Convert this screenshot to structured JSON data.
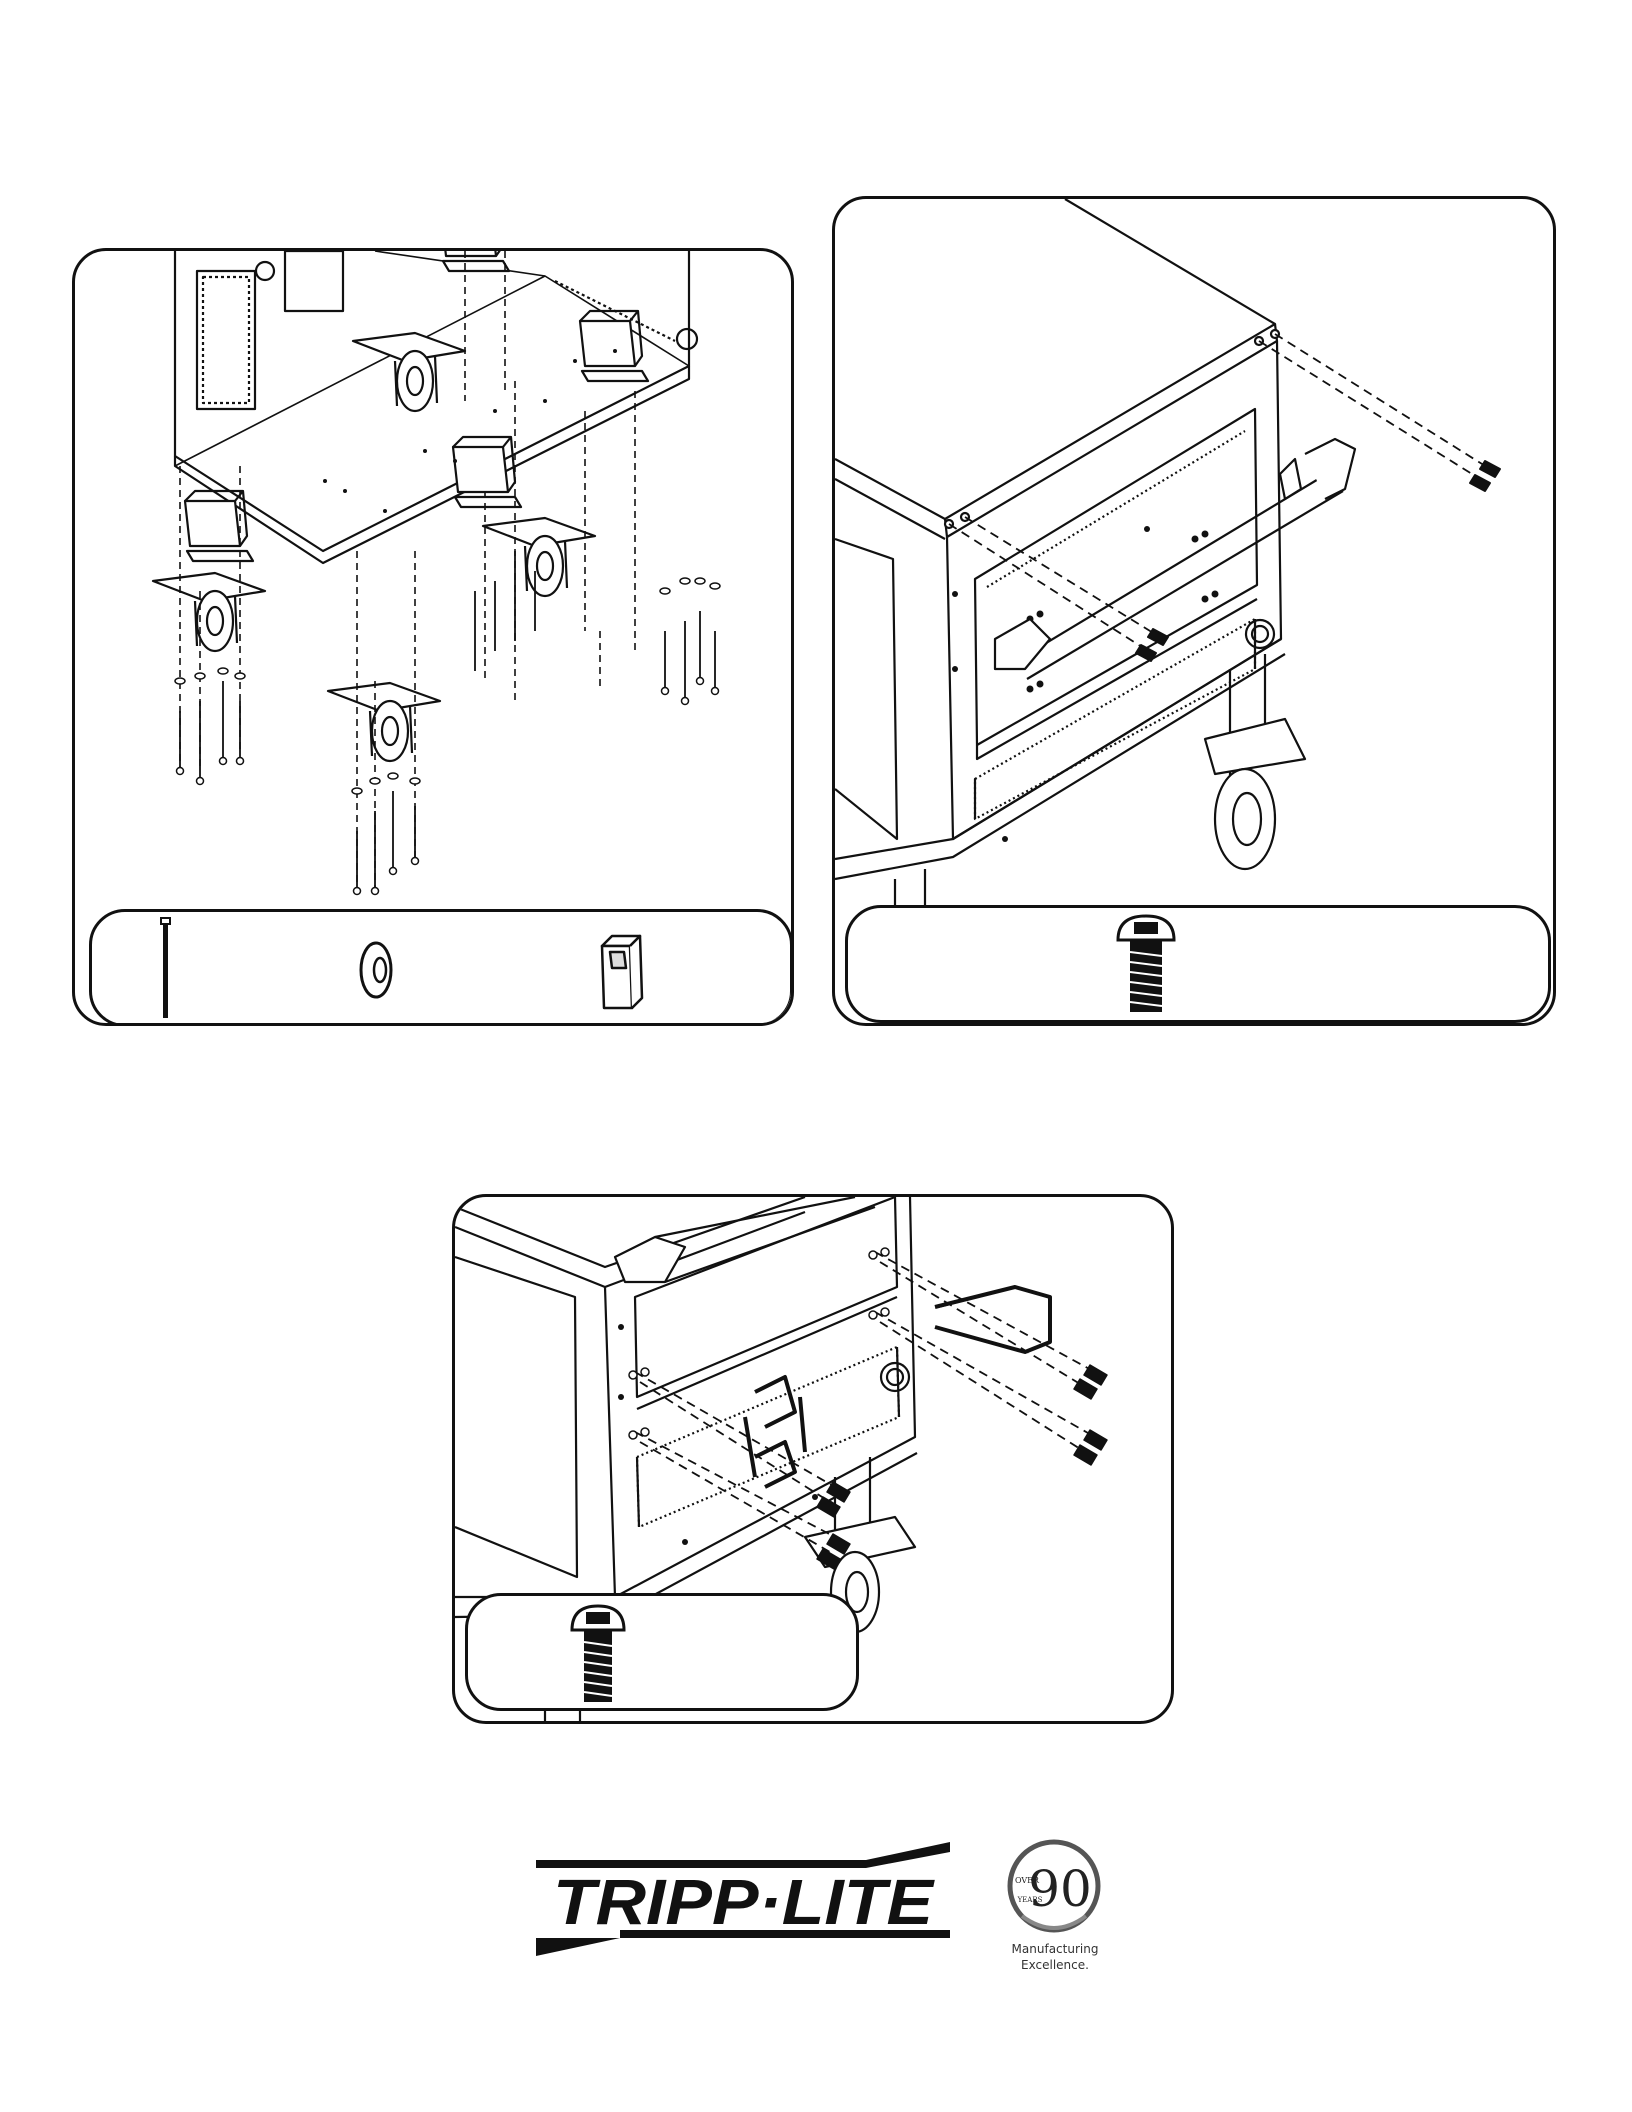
{
  "document": {
    "panels": [
      {
        "id": "caster-installation",
        "parts": [
          "bolt",
          "washer",
          "caster-mount-bracket"
        ]
      },
      {
        "id": "handle-installation",
        "parts": [
          "button-head-screw"
        ]
      },
      {
        "id": "cord-wrap-installation",
        "parts": [
          "button-head-screw"
        ]
      }
    ],
    "logo": {
      "brand": "TRIPP·LITE"
    },
    "badge": {
      "number": "90",
      "over": "OVER",
      "years": "YEARS",
      "line1": "Manufacturing",
      "line2": "Excellence."
    }
  },
  "colors": {
    "ink": "#111111",
    "paper": "#ffffff"
  }
}
